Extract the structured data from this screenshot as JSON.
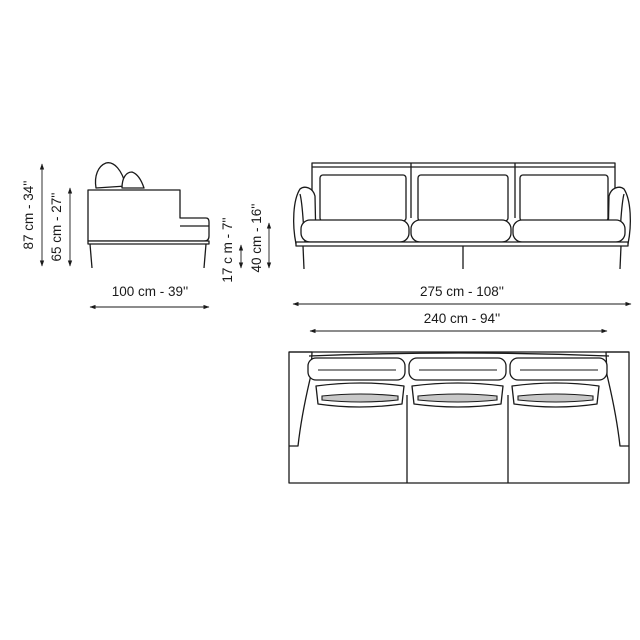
{
  "dimensions": {
    "total_height": "87 cm - 34''",
    "back_height": "65 cm - 27''",
    "depth": "100 cm - 39''",
    "leg_height": "17 c m - 7''",
    "seat_height": "40 cm - 16''",
    "total_width": "275 cm - 108''",
    "inner_width": "240 cm - 94''"
  },
  "colors": {
    "line": "#1a1a1a",
    "cushion_fill": "#c8c8c8",
    "background": "#ffffff"
  }
}
